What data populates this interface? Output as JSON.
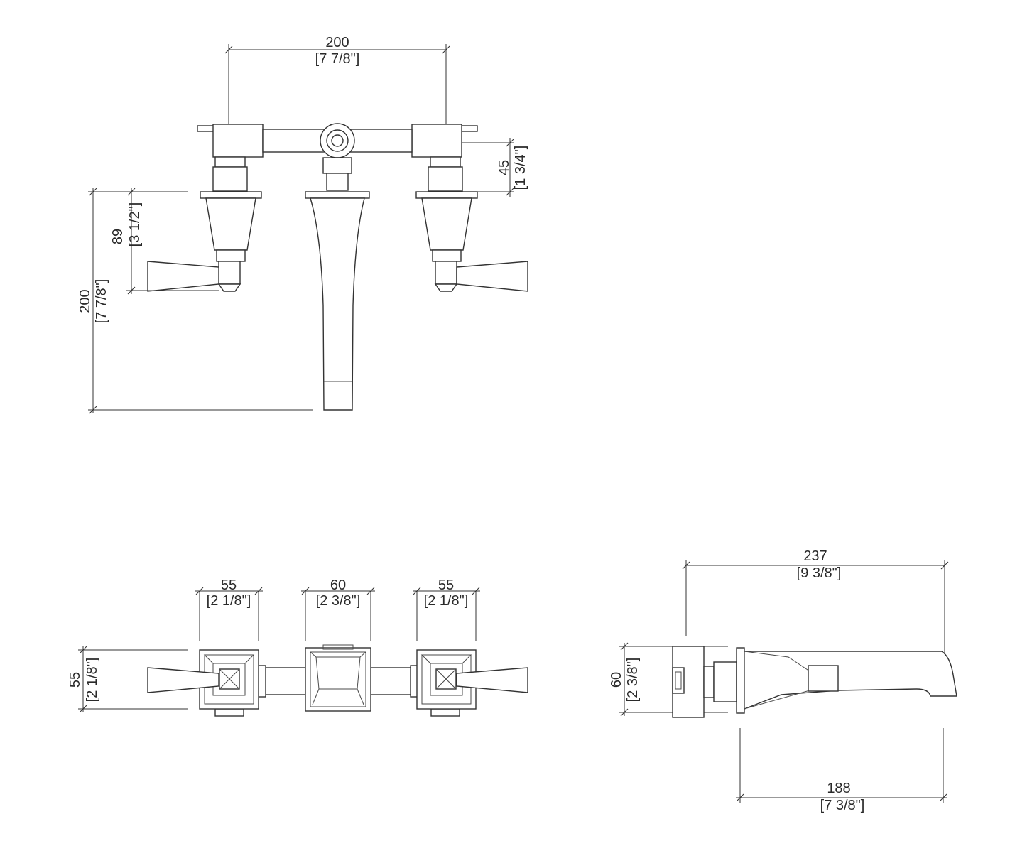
{
  "front_view": {
    "top_width": {
      "mm": "200",
      "inch": "[7 7/8\"]"
    },
    "body_height": {
      "mm": "45",
      "inch": "[1 3/4\"]"
    },
    "handle_height": {
      "mm": "89",
      "inch": "[3 1/2\"]"
    },
    "spout_height": {
      "mm": "200",
      "inch": "[7 7/8\"]"
    }
  },
  "plan_view": {
    "left_plate": {
      "mm": "55",
      "inch": "[2 1/8\"]"
    },
    "center_plate": {
      "mm": "60",
      "inch": "[2 3/8\"]"
    },
    "right_plate": {
      "mm": "55",
      "inch": "[2 1/8\"]"
    },
    "plate_height": {
      "mm": "55",
      "inch": "[2 1/8\"]"
    }
  },
  "side_view": {
    "overall_length": {
      "mm": "237",
      "inch": "[9 3/8\"]"
    },
    "plate_height": {
      "mm": "60",
      "inch": "[2 3/8\"]"
    },
    "spout_projection": {
      "mm": "188",
      "inch": "[7 3/8\"]"
    }
  }
}
